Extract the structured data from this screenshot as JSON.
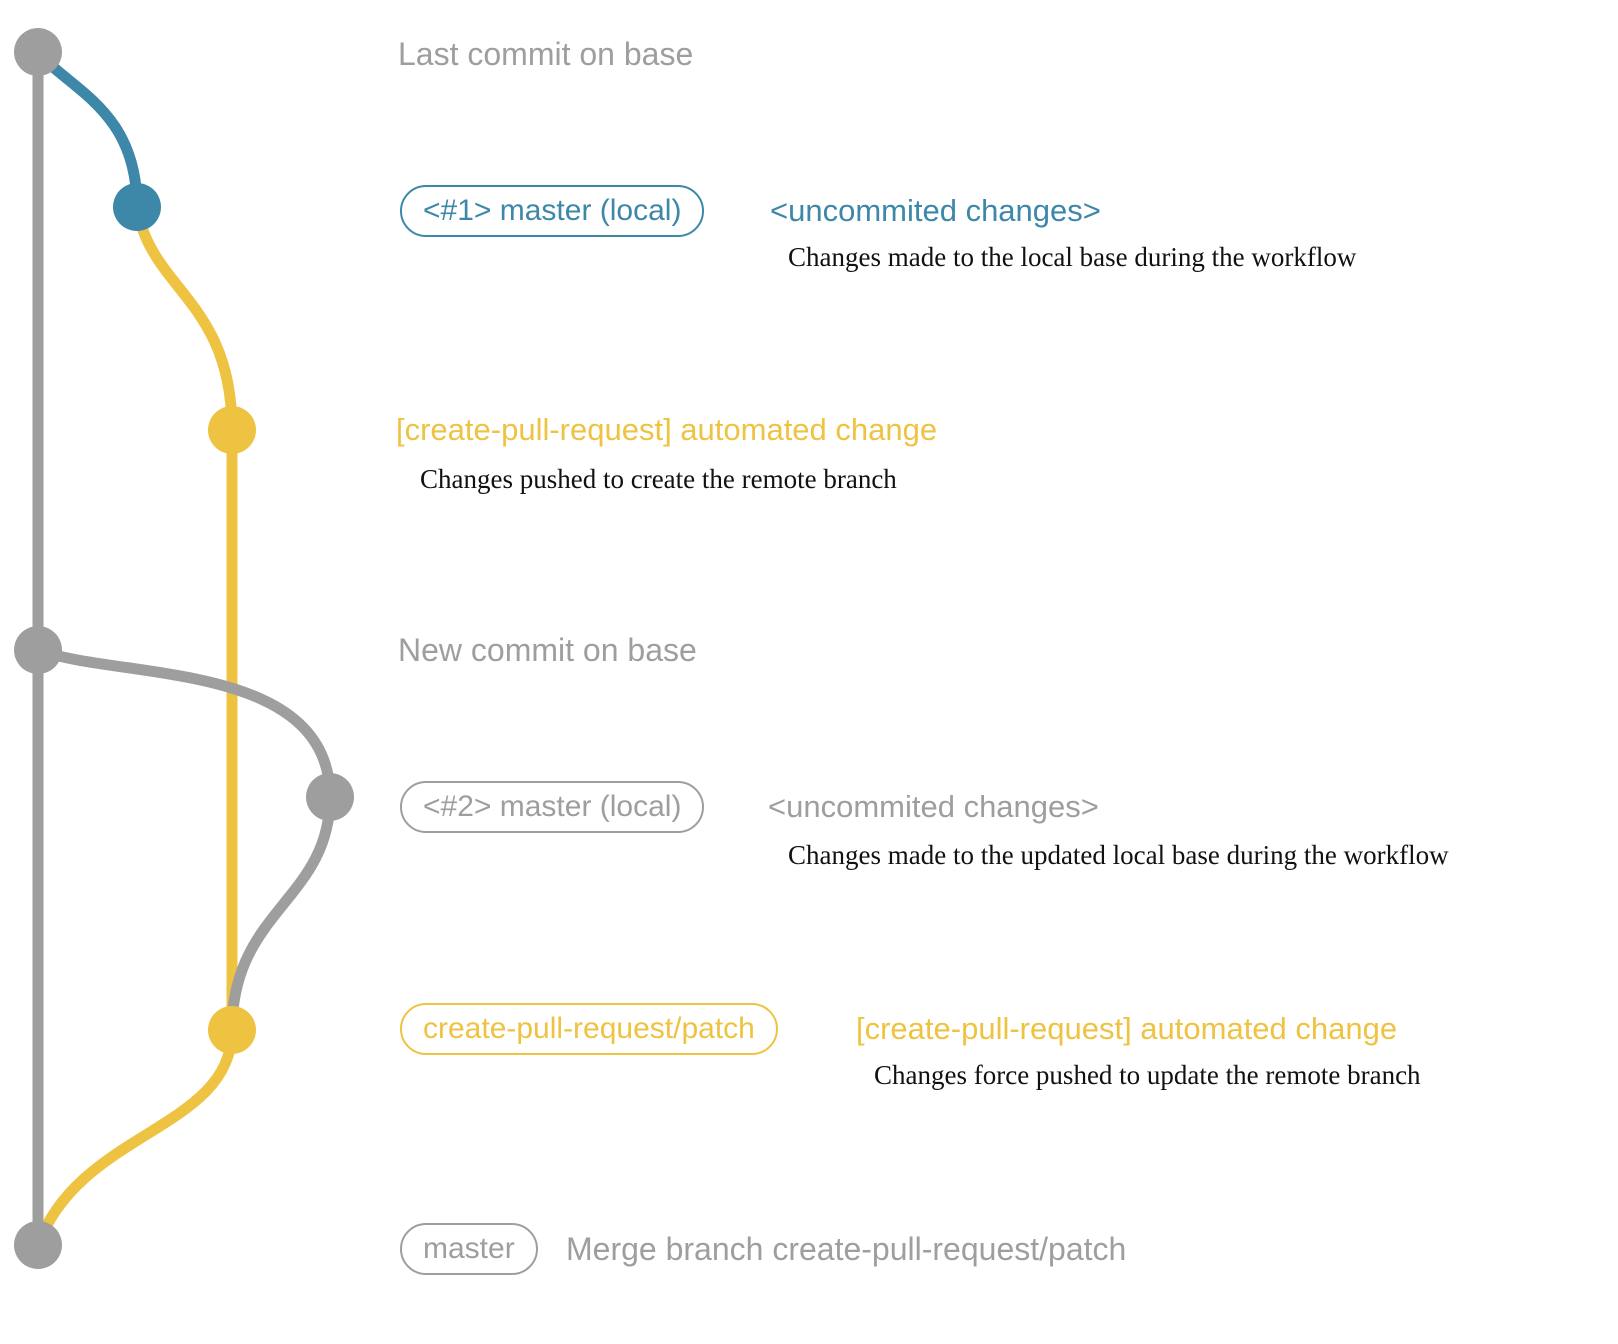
{
  "colors": {
    "gray": "#9e9e9e",
    "blue": "#3d87a9",
    "yellow": "#eec342",
    "ink": "#111111",
    "background": "#ffffff"
  },
  "annotations": {
    "last_commit": {
      "text": "Last commit on base"
    },
    "local1": {
      "pill": "<#1> master (local)",
      "status": "<uncommited changes>",
      "description": "Changes made to the local base during the workflow"
    },
    "push1": {
      "title": "[create-pull-request] automated change",
      "description": "Changes pushed to create the remote branch"
    },
    "new_commit": {
      "text": "New commit on base"
    },
    "local2": {
      "pill": "<#2> master (local)",
      "status": "<uncommited changes>",
      "description": "Changes made to the updated local base during the workflow"
    },
    "push2": {
      "pill": "create-pull-request/patch",
      "title": "[create-pull-request] automated change",
      "description": "Changes force pushed to update the remote branch"
    },
    "merge": {
      "pill": "master",
      "text": "Merge branch create-pull-request/patch"
    }
  }
}
